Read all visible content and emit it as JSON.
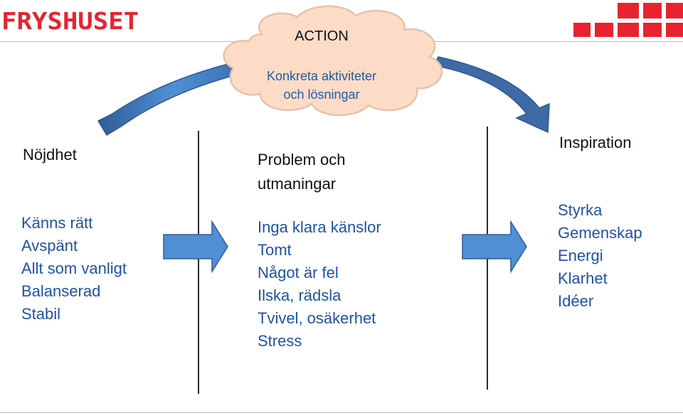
{
  "logo": {
    "text": "FRYSHUSET",
    "color": "#e8232f"
  },
  "cloud": {
    "title": "ACTION",
    "subtitle_lines": [
      "Konkreta aktiviteter",
      "och lösningar"
    ],
    "fill": "#fcdcc6"
  },
  "columns": {
    "left": {
      "heading": "Nöjdhet",
      "items": [
        "Känns rätt",
        "Avspänt",
        "Allt som vanligt",
        "Balanserad",
        "Stabil"
      ]
    },
    "middle": {
      "heading_lines": [
        "Problem och",
        "utmaningar"
      ],
      "items": [
        "Inga klara känslor",
        "Tomt",
        "Något är fel",
        "Ilska, rädsla",
        "Tvivel, osäkerhet",
        "Stress"
      ]
    },
    "right": {
      "heading": "Inspiration",
      "items": [
        "Styrka",
        "Gemenskap",
        "Energi",
        "Klarhet",
        "Idéer"
      ]
    }
  },
  "colors": {
    "arrow_fill": "#4f8fd4",
    "arrow_dark": "#2f5c95",
    "text_blue": "#1f52a8",
    "brand_red": "#e8232f"
  }
}
